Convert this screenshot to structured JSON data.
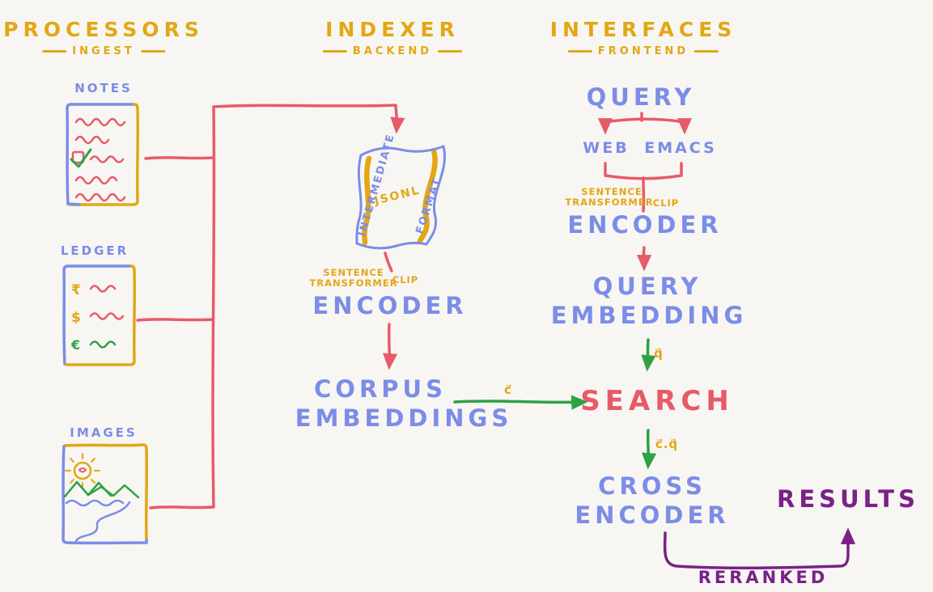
{
  "colors": {
    "background": "#f7f6f2",
    "yellow": "#e3a714",
    "blue": "#7c8ce8",
    "red": "#e85a68",
    "green": "#2fa144",
    "purple": "#7a2089"
  },
  "columns": [
    {
      "title": "PROCESSORS",
      "subtitle": "INGEST"
    },
    {
      "title": "INDEXER",
      "subtitle": "BACKEND"
    },
    {
      "title": "INTERFACES",
      "subtitle": "FRONTEND"
    }
  ],
  "processors": {
    "notes_label": "NOTES",
    "ledger_label": "LEDGER",
    "images_label": "IMAGES",
    "ledger_symbols": [
      "₹",
      "$",
      "€"
    ]
  },
  "indexer": {
    "scroll": {
      "left": "INTERMEDIATE",
      "center": "JSONL",
      "right": "FORMAT"
    },
    "model_line1": "SENTENCE",
    "model_line2": "TRANSFORMER",
    "model_alt": "CLIP",
    "encoder_label": "ENCODER",
    "output_line1": "CORPUS",
    "output_line2": "EMBEDDINGS"
  },
  "interfaces": {
    "query_label": "QUERY",
    "web_label": "WEB",
    "emacs_label": "EMACS",
    "model_line1": "SENTENCE",
    "model_line2": "TRANSFORMER",
    "model_alt": "CLIP",
    "encoder_label": "ENCODER",
    "embedding_line1": "QUERY",
    "embedding_line2": "EMBEDDING",
    "search_label": "SEARCH",
    "cross_line1": "CROSS",
    "cross_line2": "ENCODER",
    "results_label": "RESULTS",
    "reranked_label": "RERANKED"
  },
  "vector_labels": {
    "corpus": "c⃗",
    "query": "q⃗",
    "dot_product": "c⃗.q⃗"
  }
}
